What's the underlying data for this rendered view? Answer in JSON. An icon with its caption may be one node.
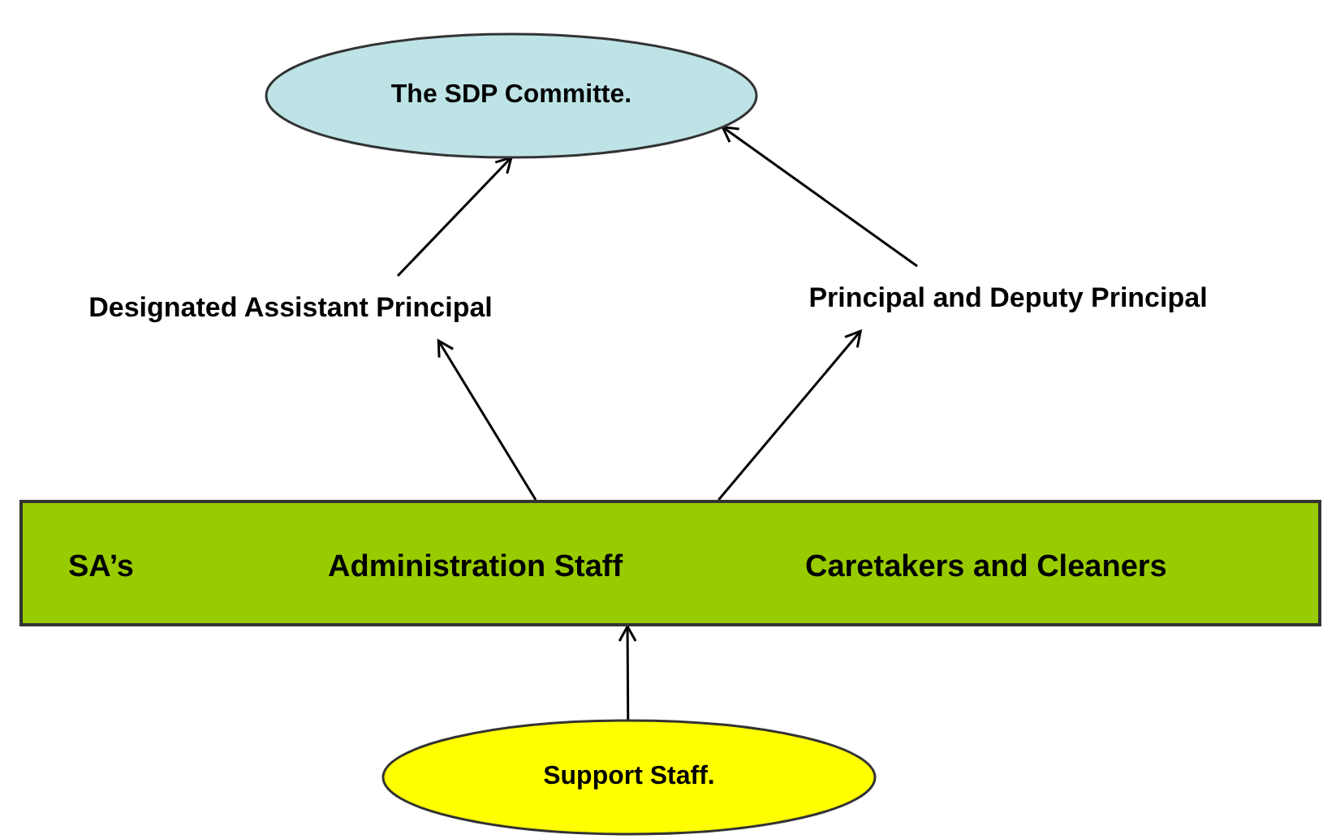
{
  "diagram": {
    "nodes": [
      {
        "text": [
          "The SDP Committe."
        ]
      },
      {
        "text": [
          "Designated Assistant Principal"
        ]
      },
      {
        "text": [
          "Principal and Deputy Principal"
        ]
      },
      {
        "text": [
          "SA’s",
          "Administration Staff",
          "Caretakers and Cleaners"
        ]
      },
      {
        "text": [
          "Support Staff."
        ]
      }
    ],
    "edges": [
      {
        "from": 3,
        "to": 1,
        "arrow": "to"
      },
      {
        "from": 3,
        "to": 2,
        "arrow": "to"
      },
      {
        "from": 1,
        "to": 0,
        "arrow": "to"
      },
      {
        "from": 2,
        "to": 0,
        "arrow": "to"
      },
      {
        "from": 4,
        "to": 3,
        "arrow": "to"
      }
    ]
  }
}
